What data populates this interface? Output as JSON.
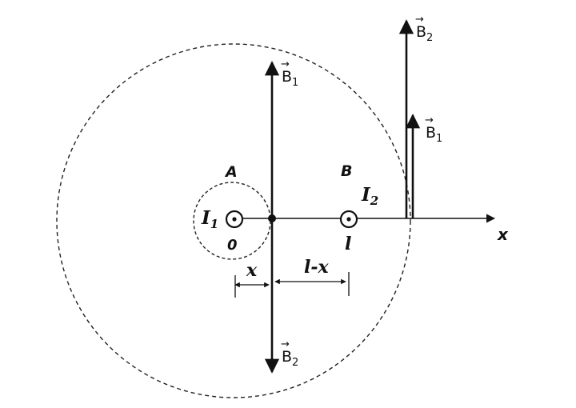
{
  "labels": {
    "point_a": "A",
    "point_b": "B",
    "current_1": "I",
    "current_1_sub": "1",
    "current_2": "I",
    "current_2_sub": "2",
    "origin": "0",
    "position_l": "l",
    "axis_x": "x",
    "dist_x": "x",
    "dist_l_minus_x": "l-x",
    "field_b1_left": "B",
    "field_b1_left_sub": "1",
    "field_b2_left": "B",
    "field_b2_left_sub": "2",
    "field_b2_right": "B",
    "field_b2_right_sub": "2",
    "field_b1_right": "B",
    "field_b1_right_sub": "1",
    "vector_arrow": "→"
  }
}
